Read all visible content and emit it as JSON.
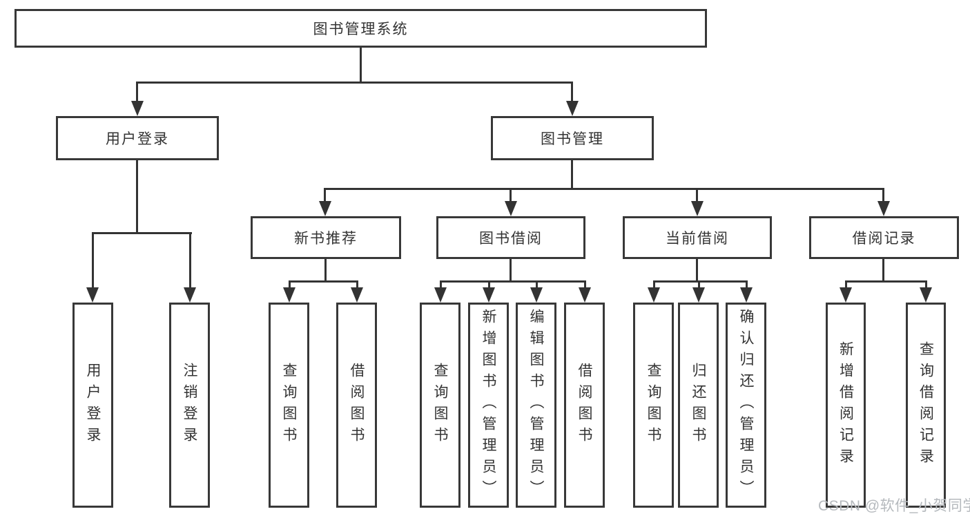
{
  "diagram": {
    "nodes": {
      "root": {
        "label": "图书管理系统"
      },
      "user_login": {
        "label": "用户登录"
      },
      "book_mgmt": {
        "label": "图书管理"
      },
      "new_book_rec": {
        "label": "新书推荐"
      },
      "book_borrow": {
        "label": "图书借阅"
      },
      "current_borrow": {
        "label": "当前借阅"
      },
      "borrow_record": {
        "label": "借阅记录"
      },
      "leaf_user_login": {
        "label": "用户登录"
      },
      "leaf_logout": {
        "label": "注销登录"
      },
      "rec_query_book": {
        "label": "查询图书"
      },
      "rec_borrow_book": {
        "label": "借阅图书"
      },
      "bb_query_book": {
        "label": "查询图书"
      },
      "bb_add_book": {
        "label": "新增图书（管理员）"
      },
      "bb_edit_book": {
        "label": "编辑图书（管理员）"
      },
      "bb_borrow_book": {
        "label": "借阅图书"
      },
      "cb_query_book": {
        "label": "查询图书"
      },
      "cb_return_book": {
        "label": "归还图书"
      },
      "cb_confirm_return": {
        "label": "确认归还（管理员）"
      },
      "br_add_record": {
        "label": "新增借阅记录"
      },
      "br_query_record": {
        "label": "查询借阅记录"
      }
    },
    "edges": [
      [
        "root",
        "user_login"
      ],
      [
        "root",
        "book_mgmt"
      ],
      [
        "user_login",
        "leaf_user_login"
      ],
      [
        "user_login",
        "leaf_logout"
      ],
      [
        "book_mgmt",
        "new_book_rec"
      ],
      [
        "book_mgmt",
        "book_borrow"
      ],
      [
        "book_mgmt",
        "current_borrow"
      ],
      [
        "book_mgmt",
        "borrow_record"
      ],
      [
        "new_book_rec",
        "rec_query_book"
      ],
      [
        "new_book_rec",
        "rec_borrow_book"
      ],
      [
        "book_borrow",
        "bb_query_book"
      ],
      [
        "book_borrow",
        "bb_add_book"
      ],
      [
        "book_borrow",
        "bb_edit_book"
      ],
      [
        "book_borrow",
        "bb_borrow_book"
      ],
      [
        "current_borrow",
        "cb_query_book"
      ],
      [
        "current_borrow",
        "cb_return_book"
      ],
      [
        "current_borrow",
        "cb_confirm_return"
      ],
      [
        "borrow_record",
        "br_add_record"
      ],
      [
        "borrow_record",
        "br_query_record"
      ]
    ],
    "colors": {
      "background": "#ffffff",
      "box_border": "#383838",
      "line": "#333333",
      "text": "#333333",
      "watermark": "#b5b9bd"
    }
  },
  "watermark": {
    "text": "CSDN @软件_小贺同学"
  }
}
